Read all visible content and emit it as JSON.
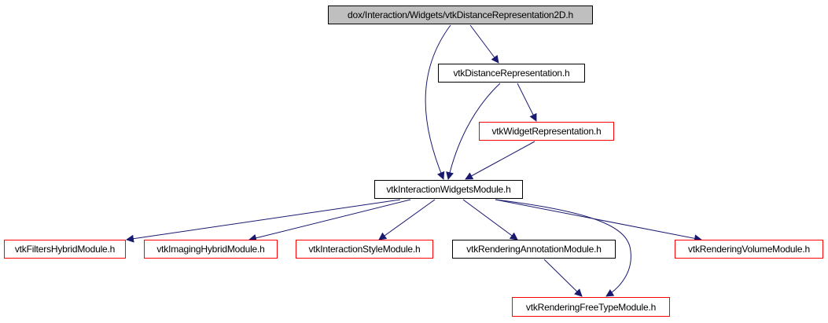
{
  "colors": {
    "edge": "#191970",
    "root_fill": "#bfbfbf",
    "documented_border": "#000000",
    "undocumented_border": "#ff0000"
  },
  "nodes": {
    "root": {
      "label": "dox/Interaction/Widgets/vtkDistanceRepresentation2D.h"
    },
    "distance_representation": {
      "label": "vtkDistanceRepresentation.h"
    },
    "widget_representation": {
      "label": "vtkWidgetRepresentation.h"
    },
    "interaction_widgets_module": {
      "label": "vtkInteractionWidgetsModule.h"
    },
    "filters_hybrid_module": {
      "label": "vtkFiltersHybridModule.h"
    },
    "imaging_hybrid_module": {
      "label": "vtkImagingHybridModule.h"
    },
    "interaction_style_module": {
      "label": "vtkInteractionStyleModule.h"
    },
    "rendering_annotation_module": {
      "label": "vtkRenderingAnnotationModule.h"
    },
    "rendering_volume_module": {
      "label": "vtkRenderingVolumeModule.h"
    },
    "rendering_freetype_module": {
      "label": "vtkRenderingFreeTypeModule.h"
    }
  },
  "edges": [
    {
      "from": "root",
      "to": "distance_representation"
    },
    {
      "from": "root",
      "to": "interaction_widgets_module"
    },
    {
      "from": "distance_representation",
      "to": "widget_representation"
    },
    {
      "from": "distance_representation",
      "to": "interaction_widgets_module"
    },
    {
      "from": "widget_representation",
      "to": "interaction_widgets_module"
    },
    {
      "from": "interaction_widgets_module",
      "to": "filters_hybrid_module"
    },
    {
      "from": "interaction_widgets_module",
      "to": "imaging_hybrid_module"
    },
    {
      "from": "interaction_widgets_module",
      "to": "interaction_style_module"
    },
    {
      "from": "interaction_widgets_module",
      "to": "rendering_annotation_module"
    },
    {
      "from": "interaction_widgets_module",
      "to": "rendering_volume_module"
    },
    {
      "from": "interaction_widgets_module",
      "to": "rendering_freetype_module"
    },
    {
      "from": "rendering_annotation_module",
      "to": "rendering_freetype_module"
    }
  ]
}
